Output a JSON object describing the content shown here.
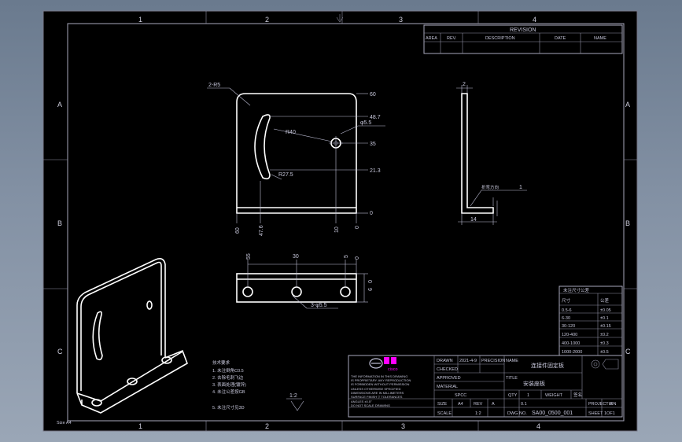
{
  "zones": {
    "top": [
      "1",
      "2",
      "3",
      "4"
    ],
    "bottom": [
      "1",
      "2",
      "3",
      "4"
    ],
    "left": [
      "A",
      "B",
      "C"
    ],
    "right": [
      "A",
      "B",
      "C"
    ]
  },
  "revision": {
    "title": "REVISION",
    "headers": [
      "AREA",
      "REV.",
      "DESCRIPTION",
      "DATE",
      "NAME"
    ]
  },
  "front_view": {
    "radius_note": "2-R5",
    "arc_R_outer": "R40",
    "arc_R_inner": "R27.5",
    "hole_note": "φ5.5",
    "right_dims": [
      "60",
      "48.7",
      "35",
      "21.3",
      "0"
    ],
    "bottom_dims": [
      "60",
      "47.6",
      "10",
      "0"
    ]
  },
  "top_view": {
    "dims": [
      "55",
      "30",
      "5",
      "0"
    ],
    "side_dims": [
      "0",
      "9"
    ],
    "hole_note": "3-φ5.5"
  },
  "side_view": {
    "thickness": "2",
    "width": "14",
    "leader_num": "1",
    "bend_note": "折弯方向"
  },
  "tolerance_table": {
    "title": "未注尺寸公差",
    "col1": "尺寸",
    "col2": "公差",
    "rows": [
      [
        "0.5-6",
        "±0.05"
      ],
      [
        "6-30",
        "±0.1"
      ],
      [
        "30-120",
        "±0.15"
      ],
      [
        "120-400",
        "±0.2"
      ],
      [
        "400-1000",
        "±0.3"
      ],
      [
        "1000-2000",
        "±0.5"
      ]
    ]
  },
  "notes": {
    "title": "技术要求",
    "lines": [
      "1. 未注倒角C0.5",
      "2. 去除毛刺飞边",
      "3. 表面处理(镀锌)",
      "4. 未注公差按GB"
    ],
    "last": "5. 未注尺寸见3D"
  },
  "title_block": {
    "company_logo": "cisco",
    "disclaimer": [
      "THE INFORMATION IN THIS DRAWING",
      "IS PROPRIETARY. ANY REPRODUCTION",
      "IS FORBIDDEN WITHOUT PERMISSION",
      "UNLESS OTHERWISE SPECIFIED",
      "DIMENSIONS ARE IN MILLIMETERS",
      "SURFACE FINISH ▽ TOLERANCES",
      "ANGLES ±0.5°",
      "DO NOT SCALE DRAWING"
    ],
    "drawn_label": "DRAWN",
    "checked_label": "CHECKED",
    "approved_label": "APPROVED",
    "date": "2021-4-9",
    "name_val": "PRECISION",
    "name_label": "NAME",
    "part_title": "连接件固定板",
    "title_label": "TITLE",
    "bottom_label": "安装座板",
    "material_label": "MATERIAL",
    "material_val": "SPCC",
    "size_label": "SIZE",
    "size_val": "A4",
    "rev_label": "REV",
    "rev_val": "A",
    "scale_label": "SCALE",
    "scale_val": "1:2",
    "dwg_label": "DWG NO.",
    "dwg_val": "SA00_0500_001",
    "sheet_label": "SHEET",
    "sheet_val": "1OF1",
    "qty_label": "QTY",
    "qty_val": "1",
    "sign_label": "签名",
    "weight_label": "WEIGHT",
    "weight_val": "0.1",
    "proj_label": "PROJECTION",
    "a_val": "A"
  },
  "scale_mark": "1:2",
  "sheet_label": "Size A4",
  "colors": {
    "background": "#000000",
    "line": "#ffffff",
    "frame": "#b4b4c8",
    "text": "#c8c8dc",
    "accent": "#ff00ff"
  }
}
